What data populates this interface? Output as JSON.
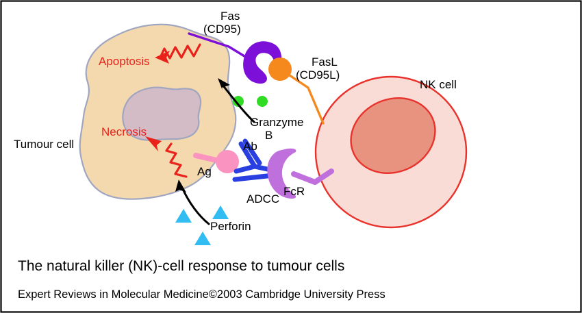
{
  "figure": {
    "frame_color": "#000000",
    "background": "#ffffff",
    "caption_title": "The natural killer (NK)-cell response to tumour cells",
    "caption_credit": "Expert Reviews in Molecular Medicine©2003 Cambridge University Press"
  },
  "labels": {
    "fas": "Fas",
    "fas_alt": "(CD95)",
    "fasl": "FasL",
    "fasl_alt": "(CD95L)",
    "nk_cell": "NK cell",
    "tumour_cell": "Tumour cell",
    "apoptosis": "Apoptosis",
    "necrosis": "Necrosis",
    "granzyme": "Granzyme",
    "granzyme_b": "B",
    "perforin": "Perforin",
    "antibody": "Ab",
    "antigen": "Ag",
    "adcc": "ADCC",
    "fcr": "FcR"
  },
  "colors": {
    "tumour_cell_fill": "#f5d9ae",
    "tumour_cell_stroke": "#a0a6c0",
    "tumour_nucleus_fill": "#d3bcc6",
    "tumour_nucleus_stroke": "#a0a6c0",
    "nk_cell_fill": "#fadcd6",
    "nk_cell_stroke": "#e8322b",
    "nk_nucleus_fill": "#e8937f",
    "nk_nucleus_stroke": "#e8322b",
    "fas_purple": "#7d10d8",
    "fasl_orange": "#f5891e",
    "fcr_orchid": "#c070dd",
    "antigen_pink": "#fa93c0",
    "antibody_blue": "#2a3fe0",
    "granzyme_green": "#2fdb23",
    "perforin_cyan": "#31bdf2",
    "death_text_red": "#e8221b",
    "arrow_black": "#000000"
  },
  "icons": {
    "fas_receptor": "fas-receptor-crescent-icon",
    "fasl_ligand": "fasl-ligand-circle-icon",
    "fcr_receptor": "fcr-receptor-crescent-icon",
    "antigen_marker": "antigen-circle-icon",
    "antibody_marker": "antibody-y-icon",
    "granzyme_granule": "granzyme-granule-icon",
    "perforin_granule": "perforin-triangle-icon",
    "apoptosis_arrow": "apoptosis-zigzag-arrow-icon",
    "necrosis_arrow": "necrosis-zigzag-arrow-icon",
    "granzyme_arrow": "granzyme-curved-arrow-icon",
    "perforin_arrow": "perforin-curved-arrow-icon"
  }
}
